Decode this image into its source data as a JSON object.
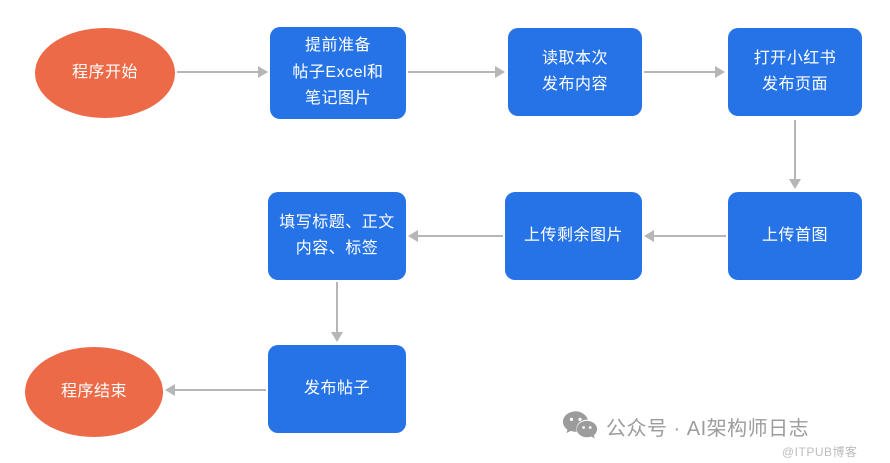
{
  "colors": {
    "node_blue": "#2673e8",
    "node_orange": "#ec6a48",
    "arrow_gray": "#b6b6b6",
    "watermark_gray": "#9c9c9c"
  },
  "flowchart": {
    "nodes": {
      "start": "程序开始",
      "prepare": "提前准备\n帖子Excel和\n笔记图片",
      "read": "读取本次\n发布内容",
      "open_page": "打开小红书\n发布页面",
      "upload_first": "上传首图",
      "upload_rest": "上传剩余图片",
      "fill": "填写标题、正文\n内容、标签",
      "publish": "发布帖子",
      "end": "程序结束"
    }
  },
  "watermark": {
    "wechat_label": "公众号 · AI架构师日志",
    "credit": "@ITPUB博客"
  }
}
